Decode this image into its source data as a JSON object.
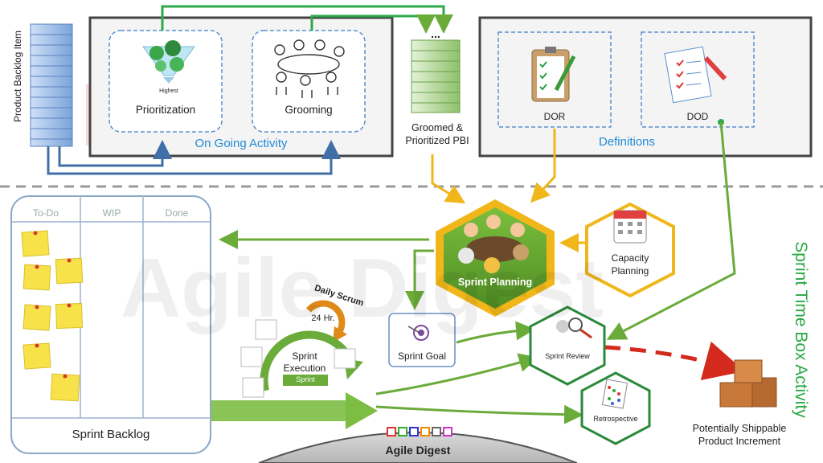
{
  "top": {
    "vertical_label": "Product Backlog Item",
    "activities": [
      {
        "label": "Prioritization",
        "sub": "Highest"
      },
      {
        "label": "Grooming"
      }
    ],
    "ongoing_title": "On Going Activity",
    "groomed": {
      "dots": "...",
      "line1": "Groomed &",
      "line2": "Prioritized PBI"
    },
    "definitions": [
      {
        "label": "DOR"
      },
      {
        "label": "DOD"
      }
    ],
    "definitions_title": "Definitions"
  },
  "board": {
    "columns": [
      "To-Do",
      "WIP",
      "Done"
    ],
    "title": "Sprint Backlog"
  },
  "sprint": {
    "planning": "Sprint Planning",
    "capacity_line1": "Capacity",
    "capacity_line2": "Planning",
    "goal": "Sprint Goal",
    "daily_scrum": "Daily Scrum",
    "hours": "24 Hr.",
    "execution_line1": "Sprint",
    "execution_line2": "Execution",
    "sprint_tag": "Sprint",
    "review": "Sprint Review",
    "retrospective": "Retrospective",
    "increment_line1": "Potentially Shippable",
    "increment_line2": "Product Increment",
    "timebox": "Sprint Time Box Activity"
  },
  "brand": {
    "name": "Agile Digest",
    "watermark": "Agile Digest"
  },
  "colors": {
    "green": "#6aab3a",
    "blue_arrow": "#3f6fa6",
    "gold": "#f0b61a",
    "title_blue": "#1f8ad6",
    "timebox_green": "#27a844",
    "red_dashed": "#d42a1e",
    "sticky": "#f7e24a"
  }
}
